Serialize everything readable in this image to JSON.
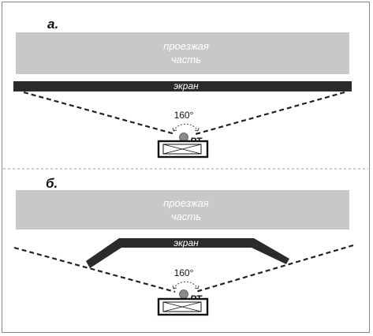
{
  "panels": [
    {
      "label": "а.",
      "road_line1": "проезжая",
      "road_line2": "часть",
      "screen_label": "экран",
      "angle": "160°",
      "camera_label": "РТ"
    },
    {
      "label": "б.",
      "road_line1": "проезжая",
      "road_line2": "часть",
      "screen_label": "экран",
      "angle": "160°",
      "camera_label": "РТ"
    }
  ],
  "colors": {
    "road": "#c8c8c8",
    "screen": "#2b2b2b",
    "lines": "#222222",
    "divider": "#9a9a9a"
  }
}
